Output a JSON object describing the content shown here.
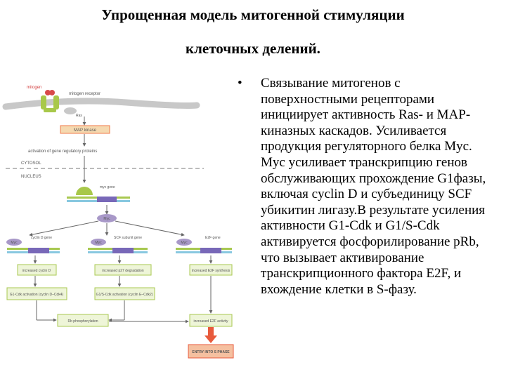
{
  "slide": {
    "title_line1": "Упрощенная модель митогенной стимуляции",
    "title_line2": "клеточных делений.",
    "body_text": "Связывание митогенов с поверхностными рецепторами инициирует активность Ras- и MAP-киназных каскадов. Усиливается продукция регуляторного белка Myc. Myc усиливает транскрипцию генов обслуживающих прохождение G1фазы, включая cyclin D и субъединицу SCF убикитин лигазу.В результате усиления активности G1-Cdk и G1/S-Cdk активируется фосфорилирование pRb, что вызывает активирование транскрипционного фактора E2F, и вхождение клетки в S-фазу."
  },
  "diagram": {
    "mitogen": "mitogen",
    "receptor": "mitogen receptor",
    "ras": "Ras",
    "map_kinase": "MAP kinase",
    "activation": "activation of gene regulatory proteins",
    "cytosol": "CYTOSOL",
    "nucleus": "NUCLEUS",
    "myc_gene": "myc gene",
    "myc": "Myc",
    "col1_gene": "cyclin D gene",
    "col2_gene": "SCF subunit gene",
    "col3_gene": "E2F gene",
    "col1_box": "increased cyclin D",
    "col2_box": "increased p27 degradation",
    "col3_box": "increased E2F synthesis",
    "cdk1": "G1-Cdk activation (cyclin D–Cdk4)",
    "cdk2": "G1/S-Cdk activation (cyclin E–Cdk2)",
    "rb": "Rb phosphorylation",
    "e2f": "increased E2F activity",
    "entry": "ENTRY INTO S PHASE"
  },
  "colors": {
    "membrane": "#c8c8c8",
    "receptor": "#a8c84a",
    "mitogen_label": "#d23c3c",
    "map_box": "#f5d9b0",
    "map_border": "#f07848",
    "myc": "#a898c8",
    "gene_green": "#a8c850",
    "gene_blue": "#88c8e0",
    "gene_purple": "#7868b8",
    "entry_fill": "#f5c0a0",
    "entry_arrow": "#e85a3c"
  }
}
